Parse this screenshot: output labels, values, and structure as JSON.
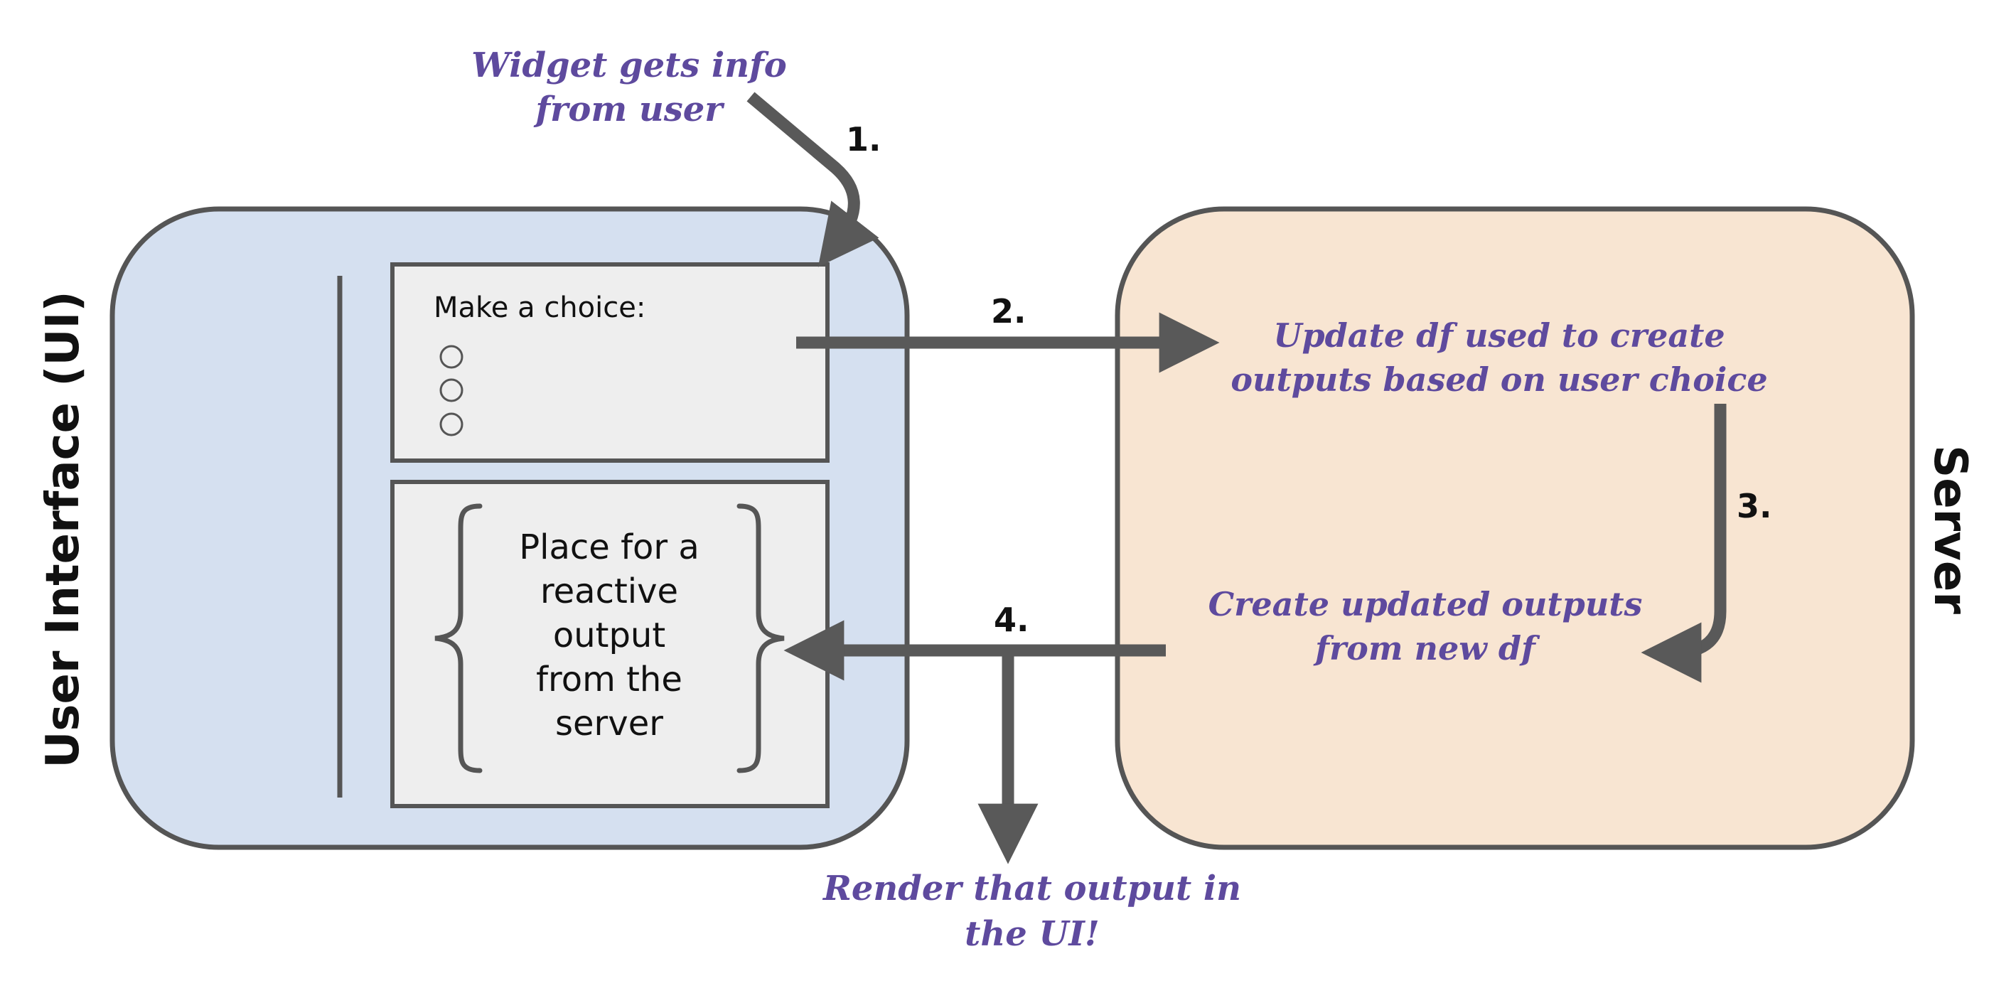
{
  "panels": {
    "ui_label": "User Interface (UI)",
    "server_label": "Server"
  },
  "widget": {
    "prompt": "Make a choice:",
    "options": [
      "",
      "",
      ""
    ]
  },
  "output_box": {
    "lines": [
      "Place for a",
      "reactive",
      "output",
      "from the",
      "server"
    ]
  },
  "annotations": {
    "widget_info": [
      "Widget gets info",
      "from user"
    ],
    "update_df": [
      "Update df used to create",
      "outputs based on user choice"
    ],
    "create_outputs": [
      "Create updated outputs",
      "from new df"
    ],
    "render": [
      "Render that output in",
      "the UI!"
    ]
  },
  "steps": [
    "1.",
    "2.",
    "3.",
    "4."
  ],
  "colors": {
    "ui_panel": "#d5e0f0",
    "server_panel": "#f8e5d2",
    "panel_stroke": "#555555",
    "box_fill": "#eeeeee",
    "arrow": "#595959",
    "annotation_text": "#5e4a9e"
  }
}
